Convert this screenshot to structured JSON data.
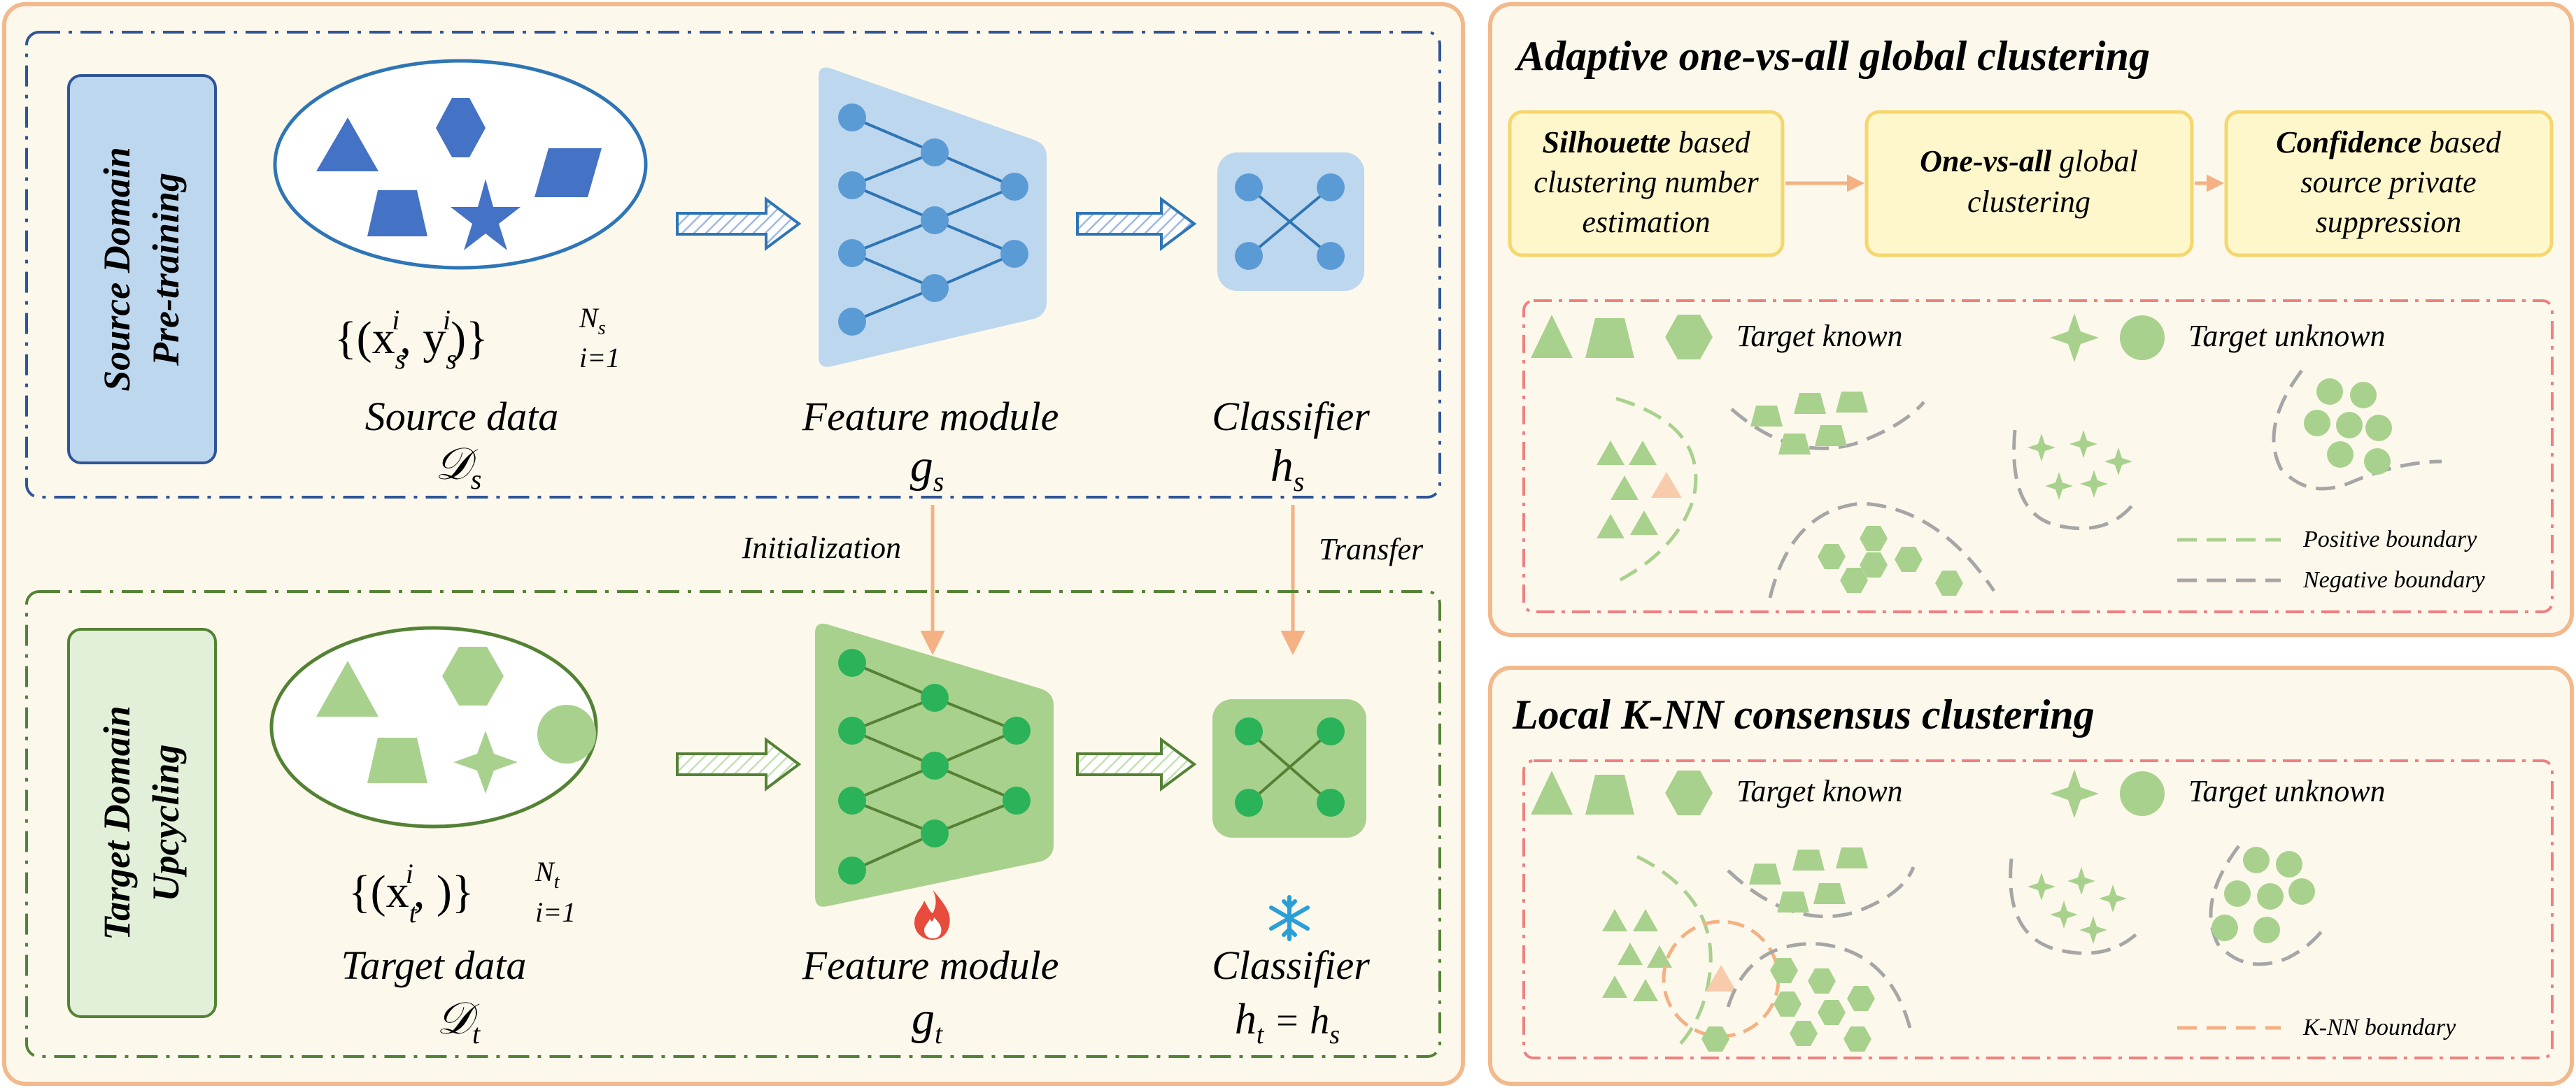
{
  "left_panel": {
    "source_section": {
      "label_line1": "Source Domain",
      "label_line2": "Pre-training",
      "dataset_formula_main": "{(x",
      "dataset_formula_sub_s": "s",
      "dataset_formula_sup_i": "i",
      "dataset_formula_comma": ", y",
      "dataset_formula_close": ")}",
      "dataset_formula_limit_top": "N",
      "dataset_formula_limit_top_sub": "s",
      "dataset_formula_limit_bottom": "i=1",
      "data_caption": "Source data",
      "data_symbol": "𝒟",
      "data_symbol_sub": "s",
      "feature_caption": "Feature module",
      "feature_symbol": "g",
      "feature_symbol_sub": "s",
      "classifier_caption": "Classifier",
      "classifier_symbol": "h",
      "classifier_symbol_sub": "s"
    },
    "arrows": {
      "initialization_label": "Initialization",
      "transfer_label": "Transfer"
    },
    "target_section": {
      "label_line1": "Target Domain",
      "label_line2": "Upcycling",
      "dataset_formula_main": "{(x",
      "dataset_formula_sub_t": "t",
      "dataset_formula_sup_i": "i",
      "dataset_formula_close": ", )}",
      "dataset_formula_limit_top": "N",
      "dataset_formula_limit_top_sub": "t",
      "dataset_formula_limit_bottom": "i=1",
      "data_caption": "Target data",
      "data_symbol": "𝒟",
      "data_symbol_sub": "t",
      "feature_caption": "Feature module",
      "feature_symbol": "g",
      "feature_symbol_sub": "t",
      "trainable_icon": "fire-icon",
      "classifier_caption": "Classifier",
      "classifier_symbol": "h",
      "classifier_symbol_sub": "t",
      "classifier_eq": " = h",
      "classifier_eq_sub": "s",
      "frozen_icon": "snowflake-icon"
    }
  },
  "global_panel": {
    "title": "Adaptive one-vs-all global clustering",
    "steps": [
      {
        "bold": "Silhouette",
        "rest1": " based",
        "line2": "clustering number",
        "line3": "estimation"
      },
      {
        "bold": "One-vs-all",
        "rest1": " global",
        "line2": "clustering",
        "line3": ""
      },
      {
        "bold": "Confidence",
        "rest1": " based",
        "line2": "source private",
        "line3": "suppression"
      }
    ],
    "legend_known": "Target known",
    "legend_unknown": "Target unknown",
    "positive_boundary": "Positive boundary",
    "negative_boundary": "Negative boundary"
  },
  "local_panel": {
    "title": "Local K-NN consensus clustering",
    "legend_known": "Target known",
    "legend_unknown": "Target unknown",
    "knn_boundary": "K-NN boundary"
  },
  "colors": {
    "panel_border": "#f2b98c",
    "panel_fill": "#fdf8ec",
    "source_blue": "#4472c4",
    "source_dash": "#2f5597",
    "target_green": "#a9d18e",
    "target_dash": "#548235",
    "green_node": "#2bb35a",
    "blue_node": "#5b9bd5",
    "step_fill": "#fff7cc",
    "step_border": "#f5d76e",
    "pink_dash": "#f08080",
    "arrow_orange": "#f4b183"
  }
}
